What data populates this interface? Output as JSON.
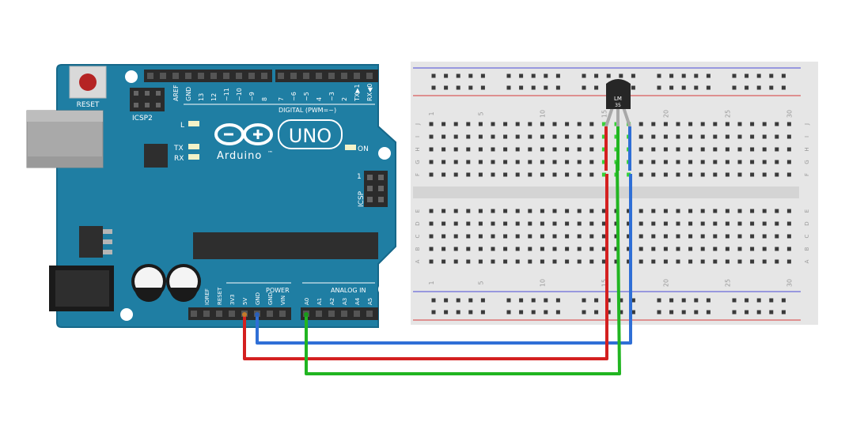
{
  "arduino": {
    "reset_label": "RESET",
    "icsp2_label": "ICSP2",
    "l_label": "L",
    "tx_label": "TX",
    "rx_label": "RX",
    "on_label": "ON",
    "logo_wordmark": "Arduino",
    "trademark": "™",
    "model": "UNO",
    "digital_label": "DIGITAL (PWM=~)",
    "icsp_label": "ICSP",
    "icsp_pin1": "1",
    "power_label": "POWER",
    "analog_label": "ANALOG IN",
    "digital_pins": [
      "AREF",
      "GND",
      "13",
      "12",
      "~11",
      "~10",
      "~9",
      "8",
      "7",
      "~6",
      "~5",
      "4",
      "~3",
      "2",
      "TX▶1",
      "RX◀0"
    ],
    "power_pins": [
      "IOREF",
      "RESET",
      "3V3",
      "5V",
      "GND",
      "GND",
      "VIN"
    ],
    "analog_pins": [
      "A0",
      "A1",
      "A2",
      "A3",
      "A4",
      "A5"
    ],
    "colors": {
      "board": "#1f7ea3",
      "board_edge": "#16688a",
      "header": "#2b2b2b"
    }
  },
  "sensor": {
    "label_line1": "LM",
    "label_line2": "35"
  },
  "breadboard": {
    "column_numbers": [
      "1",
      "5",
      "10",
      "15",
      "20",
      "25",
      "30"
    ],
    "row_letters_top": [
      "J",
      "I",
      "H",
      "G",
      "F"
    ],
    "row_letters_bottom": [
      "E",
      "D",
      "C",
      "B",
      "A"
    ]
  },
  "wires": {
    "power_color": "#d42020",
    "ground_color": "#2f6fd6",
    "signal_color": "#21b521"
  }
}
